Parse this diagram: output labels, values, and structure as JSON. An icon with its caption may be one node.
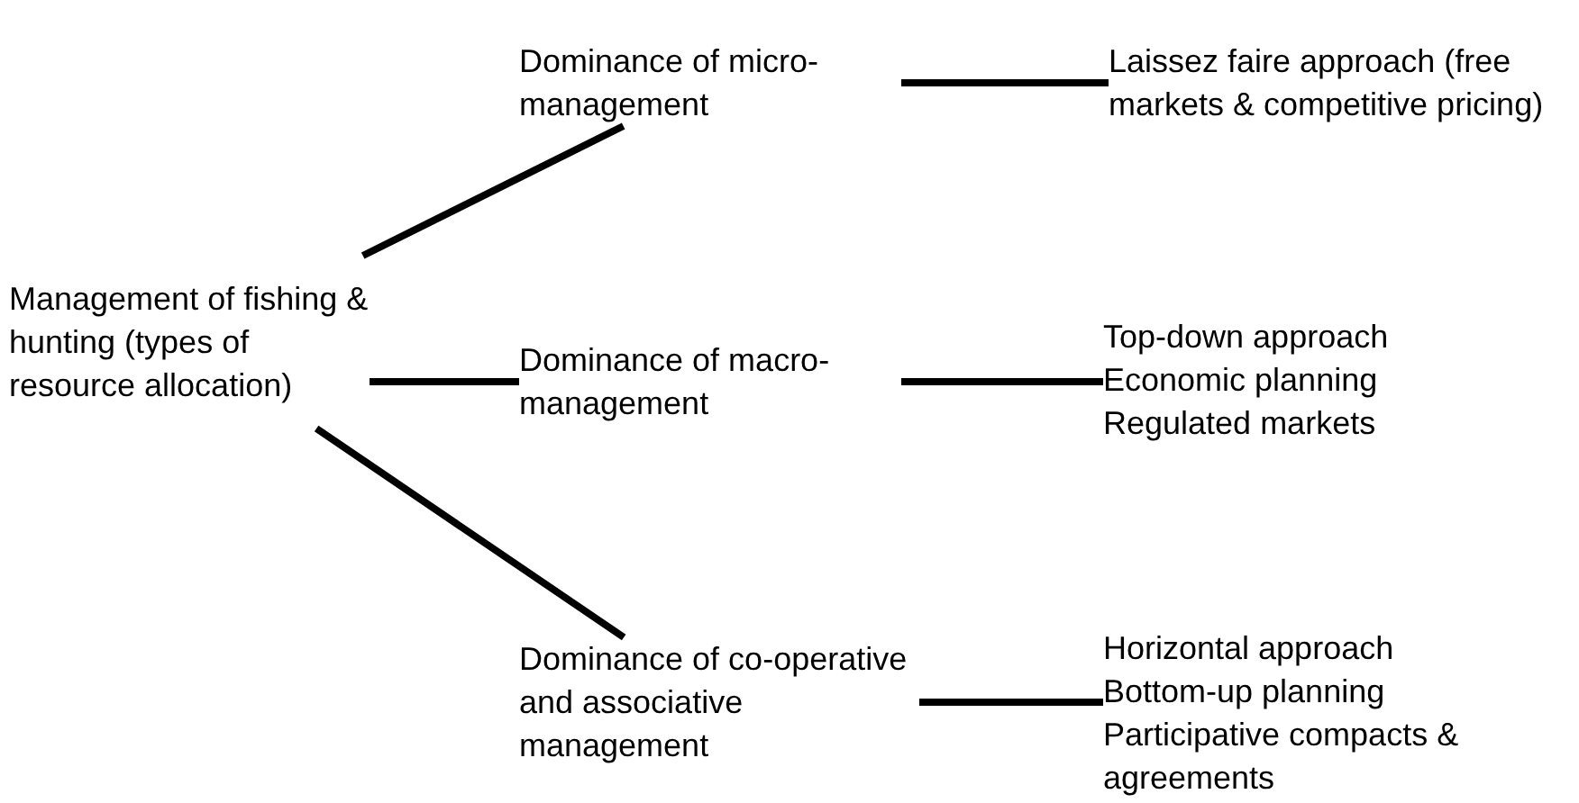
{
  "diagram": {
    "nodes": [
      {
        "text": [
          "Management of fishing & hunting (types of resource allocation)"
        ]
      },
      {
        "text": [
          "Dominance of micro- management"
        ]
      },
      {
        "text": [
          "Dominance of macro- management"
        ]
      },
      {
        "text": [
          "Dominance of co-operative and associative management"
        ]
      },
      {
        "text": [
          "Laissez faire approach (free markets & competitive pricing)"
        ]
      },
      {
        "text": [
          "Top-down approach",
          "Economic planning",
          "Regulated markets"
        ]
      },
      {
        "text": [
          "Horizontal approach",
          "Bottom-up planning",
          "Participative compacts & agreements"
        ]
      }
    ],
    "edges": [
      {
        "from": 0,
        "to": 1,
        "arrow": "none"
      },
      {
        "from": 0,
        "to": 2,
        "arrow": "none"
      },
      {
        "from": 0,
        "to": 3,
        "arrow": "none"
      },
      {
        "from": 1,
        "to": 4,
        "arrow": "none"
      },
      {
        "from": 2,
        "to": 5,
        "arrow": "none"
      },
      {
        "from": 3,
        "to": 6,
        "arrow": "none"
      }
    ]
  }
}
